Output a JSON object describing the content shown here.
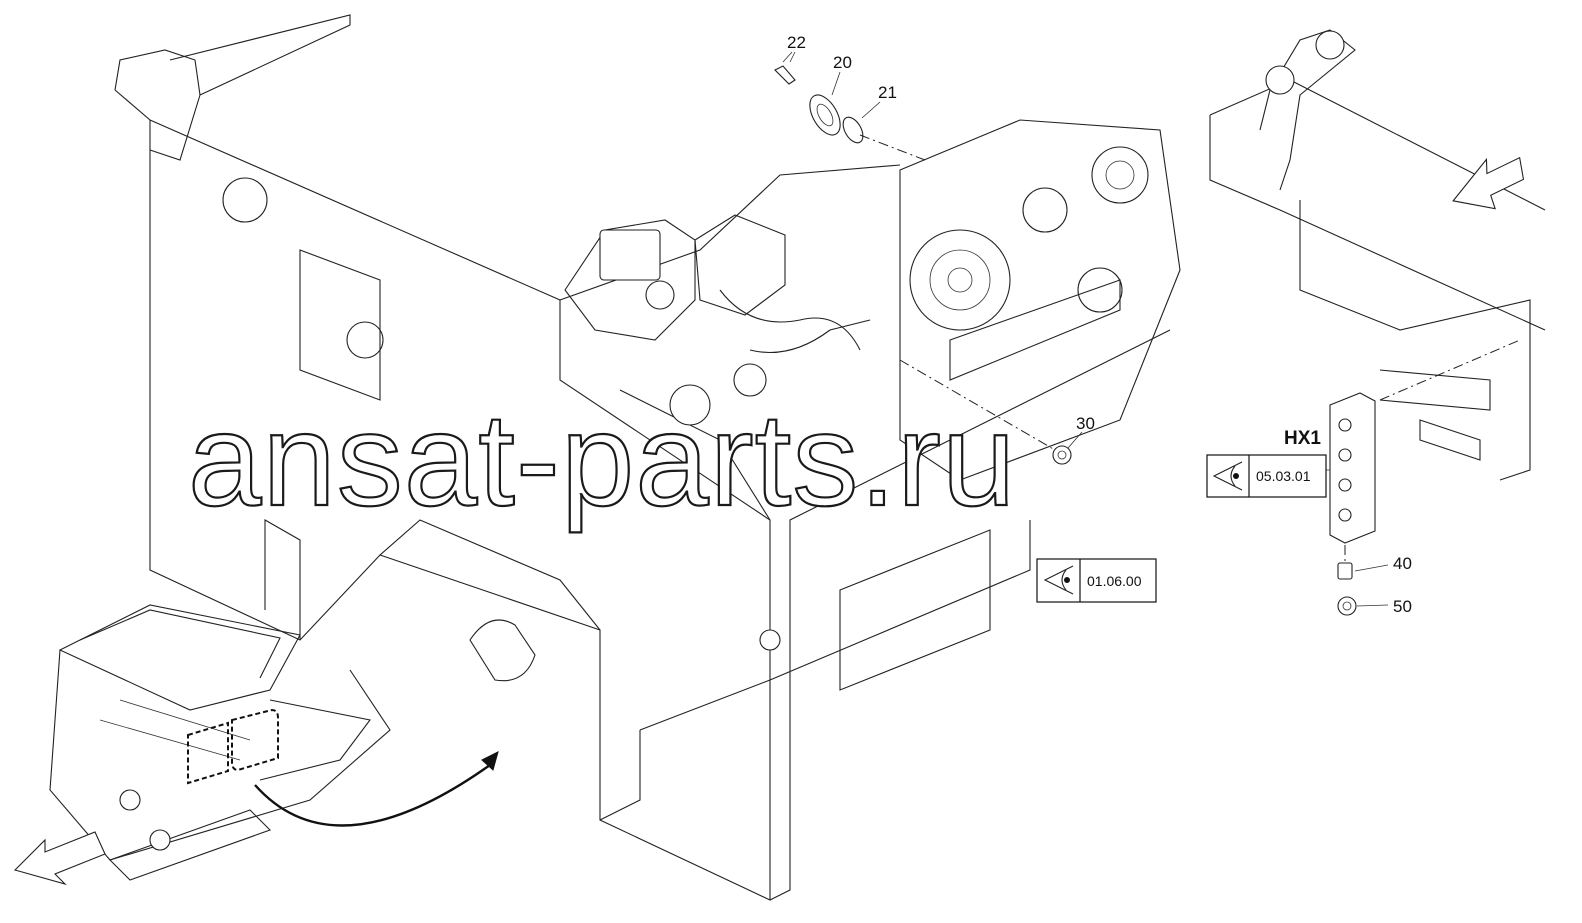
{
  "callouts": {
    "c22": "22",
    "c20": "20",
    "c21": "21",
    "c30": "30",
    "c40": "40",
    "c50": "50"
  },
  "connector_label": "HX1",
  "references": {
    "ref_a": "05.03.01",
    "ref_b": "01.06.00"
  },
  "watermark": "ansat-parts.ru"
}
